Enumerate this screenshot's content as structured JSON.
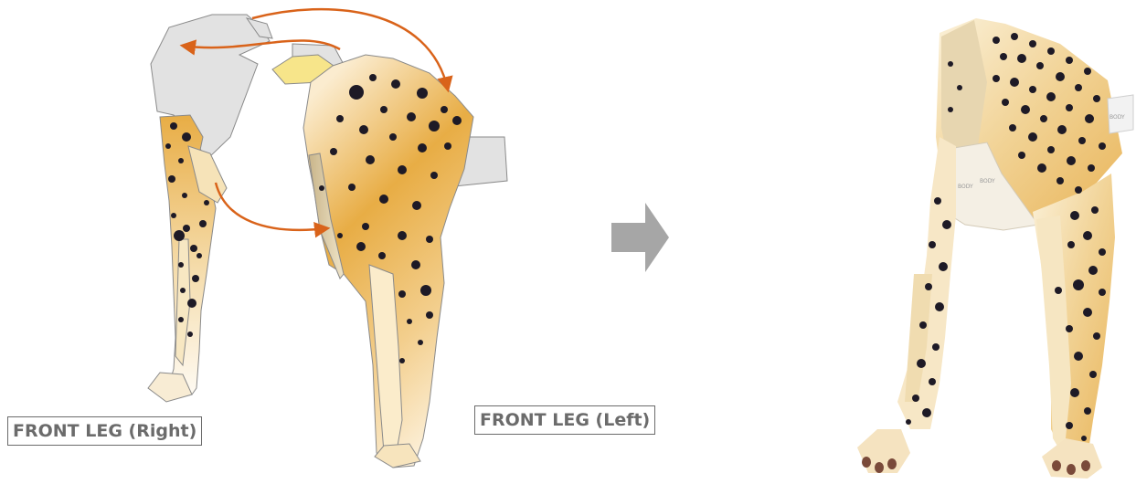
{
  "labels": {
    "front_leg_right": "FRONT LEG (Right)",
    "front_leg_left": "FRONT LEG (Left)"
  },
  "tab_texts": [
    "BODY",
    "BODY",
    "BODY"
  ],
  "colors": {
    "spot": "#1e1a26",
    "fur_light": "#fdf4df",
    "fur_dark": "#e5a73c",
    "arrow": "#d9631a",
    "tab_grey": "#e2e2e2",
    "label_text": "#6b6b6b",
    "direction_arrow": "#a6a6a6"
  },
  "icons": {
    "assembly_arrow": "orange-curved-arrow",
    "step_arrow": "right-arrow-icon"
  }
}
